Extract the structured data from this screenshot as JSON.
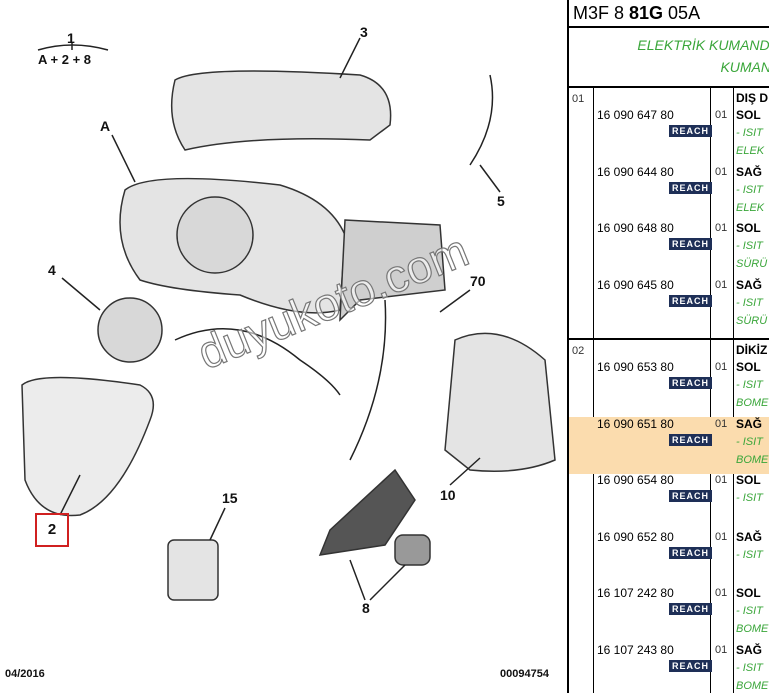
{
  "diagram": {
    "callouts": {
      "c1_top": "1",
      "c1_bottom": "A + 2 + 8",
      "c3": "3",
      "cA": "A",
      "c4": "4",
      "c5": "5",
      "c70": "70",
      "c2": "2",
      "c15": "15",
      "c10": "10",
      "c8": "8"
    },
    "date": "04/2016",
    "ref": "00094754",
    "watermark": "duyukoto.com"
  },
  "table": {
    "header_plain1": "M3F 8 ",
    "header_bold": "81G",
    "header_plain2": " 05A",
    "title_line1": "ELEKTRİK KUMANDA",
    "title_line2": "KUMAN",
    "groups": [
      {
        "no": "01",
        "heading": "DIŞ D",
        "rows": [
          {
            "part": "16 090 647 80",
            "badge": "REACH",
            "qty": "01",
            "side": "SOL",
            "d1": "- ISIT",
            "d2": "ELEK"
          },
          {
            "part": "16 090 644 80",
            "badge": "REACH",
            "qty": "01",
            "side": "SAĞ",
            "d1": "- ISIT",
            "d2": "ELEK"
          },
          {
            "part": "16 090 648 80",
            "badge": "REACH",
            "qty": "01",
            "side": "SOL",
            "d1": "- ISIT",
            "d2": "SÜRÜ"
          },
          {
            "part": "16 090 645 80",
            "badge": "REACH",
            "qty": "01",
            "side": "SAĞ",
            "d1": "- ISIT",
            "d2": "SÜRÜ"
          }
        ]
      },
      {
        "no": "02",
        "heading": "DİKİZ",
        "rows": [
          {
            "part": "16 090 653 80",
            "badge": "REACH",
            "qty": "01",
            "side": "SOL",
            "d1": "- ISIT",
            "d2": "BOME"
          },
          {
            "part": "16 090 651 80",
            "badge": "REACH",
            "qty": "01",
            "side": "SAĞ",
            "d1": "- ISIT",
            "d2": "BOME"
          },
          {
            "part": "16 090 654 80",
            "badge": "REACH",
            "qty": "01",
            "side": "SOL",
            "d1": "- ISIT",
            "d2": ""
          },
          {
            "part": "16 090 652 80",
            "badge": "REACH",
            "qty": "01",
            "side": "SAĞ",
            "d1": "- ISIT",
            "d2": ""
          },
          {
            "part": "16 107 242 80",
            "badge": "REACH",
            "qty": "01",
            "side": "SOL",
            "d1": "- ISIT",
            "d2": "BOME"
          },
          {
            "part": "16 107 243 80",
            "badge": "REACH",
            "qty": "01",
            "side": "SAĞ",
            "d1": "- ISIT",
            "d2": "BOME"
          }
        ]
      }
    ]
  },
  "colors": {
    "highlight": "#fbdcae",
    "green": "#3aa63a",
    "badge": "#1e2f57",
    "callout_box": "#d02020"
  }
}
